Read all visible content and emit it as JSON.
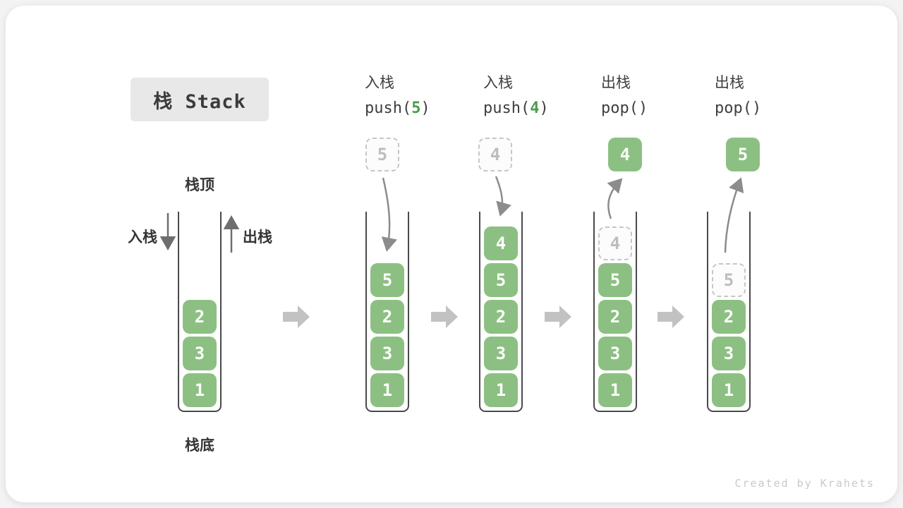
{
  "title": "栈 Stack",
  "side_labels": {
    "stack_top": "栈顶",
    "stack_bottom": "栈底",
    "push": "入栈",
    "pop": "出栈"
  },
  "operations": [
    {
      "word": "入栈",
      "call_open": "push(",
      "arg": "5",
      "call_close": ")"
    },
    {
      "word": "入栈",
      "call_open": "push(",
      "arg": "4",
      "call_close": ")"
    },
    {
      "word": "出栈",
      "call_open": "pop(",
      "arg": "",
      "call_close": ")"
    },
    {
      "word": "出栈",
      "call_open": "pop(",
      "arg": "",
      "call_close": ")"
    }
  ],
  "floating_blocks": [
    {
      "value": "5",
      "style": "dashed"
    },
    {
      "value": "4",
      "style": "dashed"
    },
    {
      "value": "4",
      "style": "solid"
    },
    {
      "value": "5",
      "style": "solid"
    }
  ],
  "stacks": [
    {
      "ghost": null,
      "blocks": [
        "2",
        "3",
        "1"
      ]
    },
    {
      "ghost": null,
      "blocks": [
        "5",
        "2",
        "3",
        "1"
      ]
    },
    {
      "ghost": null,
      "blocks": [
        "4",
        "5",
        "2",
        "3",
        "1"
      ]
    },
    {
      "ghost": "4",
      "blocks": [
        "5",
        "2",
        "3",
        "1"
      ]
    },
    {
      "ghost": "5",
      "blocks": [
        "2",
        "3",
        "1"
      ]
    }
  ],
  "watermark": "Created by Krahets",
  "colors": {
    "block_green": "#8cc082",
    "code_arg_green": "#4b9b4b",
    "container_stroke": "#4a4a4a",
    "ghost_gray": "#c7c7c7",
    "flow_arrow_gray": "#c2c2c2",
    "motion_arrow_gray": "#8c8c8c",
    "title_box_bg": "#e8e8e8"
  }
}
